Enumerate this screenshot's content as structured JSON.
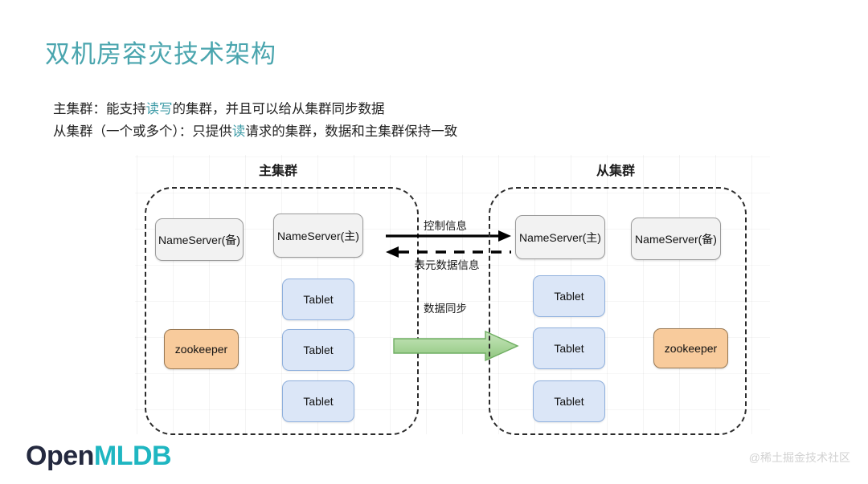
{
  "slide": {
    "title": "双机房容灾技术架构",
    "title_color": "#4aa5ae",
    "background": "#ffffff"
  },
  "body_text": {
    "line1_prefix": "主集群：能支持",
    "line1_highlight": "读写",
    "line1_suffix": "的集群，并且可以给从集群同步数据",
    "line2_prefix": "从集群（一个或多个）：只提供",
    "line2_highlight": "读",
    "line2_suffix": "请求的集群，数据和主集群保持一致",
    "highlight_color": "#3c9aa6"
  },
  "diagram": {
    "primary_cluster": {
      "caption": "主集群",
      "nodes": [
        {
          "label": "NameServer(备)",
          "kind": "nameserver"
        },
        {
          "label": "NameServer(主)",
          "kind": "nameserver"
        },
        {
          "label": "Tablet",
          "kind": "tablet"
        },
        {
          "label": "Tablet",
          "kind": "tablet"
        },
        {
          "label": "Tablet",
          "kind": "tablet"
        },
        {
          "label": "zookeeper",
          "kind": "zookeeper"
        }
      ]
    },
    "secondary_cluster": {
      "caption": "从集群",
      "nodes": [
        {
          "label": "NameServer(主)",
          "kind": "nameserver"
        },
        {
          "label": "NameServer(备)",
          "kind": "nameserver"
        },
        {
          "label": "Tablet",
          "kind": "tablet"
        },
        {
          "label": "Tablet",
          "kind": "tablet"
        },
        {
          "label": "Tablet",
          "kind": "tablet"
        },
        {
          "label": "zookeeper",
          "kind": "zookeeper"
        }
      ]
    },
    "flows": [
      {
        "label": "控制信息",
        "style": "solid",
        "direction": "right",
        "color": "#000000"
      },
      {
        "label": "表元数据信息",
        "style": "dashed",
        "direction": "left",
        "color": "#000000"
      },
      {
        "label": "数据同步",
        "style": "block",
        "direction": "right",
        "color": "#a7d49b"
      }
    ],
    "colors": {
      "nameserver_fill": "#f2f2f2",
      "nameserver_border": "#9b9b9b",
      "tablet_fill": "#dbe6f7",
      "tablet_border": "#8fb0dd",
      "zookeeper_fill": "#f8cb9c",
      "zookeeper_border": "#9a7a55",
      "cluster_border": "#2b2b2b",
      "sync_arrow_fill": "#a7d49b",
      "sync_arrow_border": "#6fae62"
    }
  },
  "logo": {
    "part1": "Open",
    "part2": "MLDB",
    "part1_color": "#24293f",
    "part2_color": "#1fb6c1"
  },
  "watermark": {
    "text": "@稀土掘金技术社区",
    "color": "#d2d2d2"
  }
}
